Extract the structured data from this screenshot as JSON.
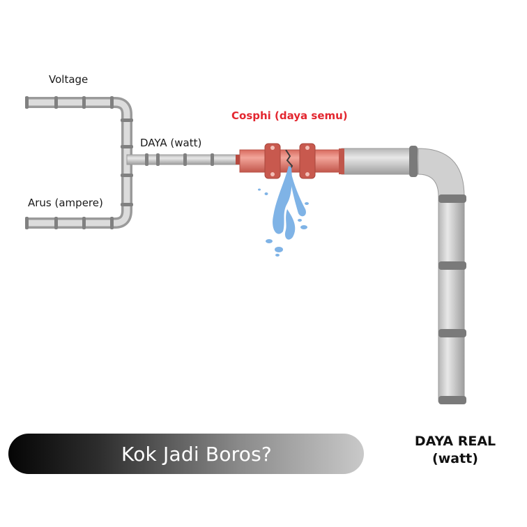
{
  "labels": {
    "voltage": "Voltage",
    "daya": "DAYA (watt)",
    "arus": "Arus (ampere)",
    "cosphi": "Cosphi (daya semu)",
    "daya_real": "DAYA REAL (watt)"
  },
  "banner": {
    "text": "Kok Jadi Boros?"
  },
  "colors": {
    "pipe_gray": "#c4c4c4",
    "pipe_joint": "#7d7d7d",
    "pipe_red": "#e07d72",
    "pipe_red_flange": "#c8594e",
    "water": "#7fb3e6",
    "cosphi_text": "#e3262f"
  }
}
